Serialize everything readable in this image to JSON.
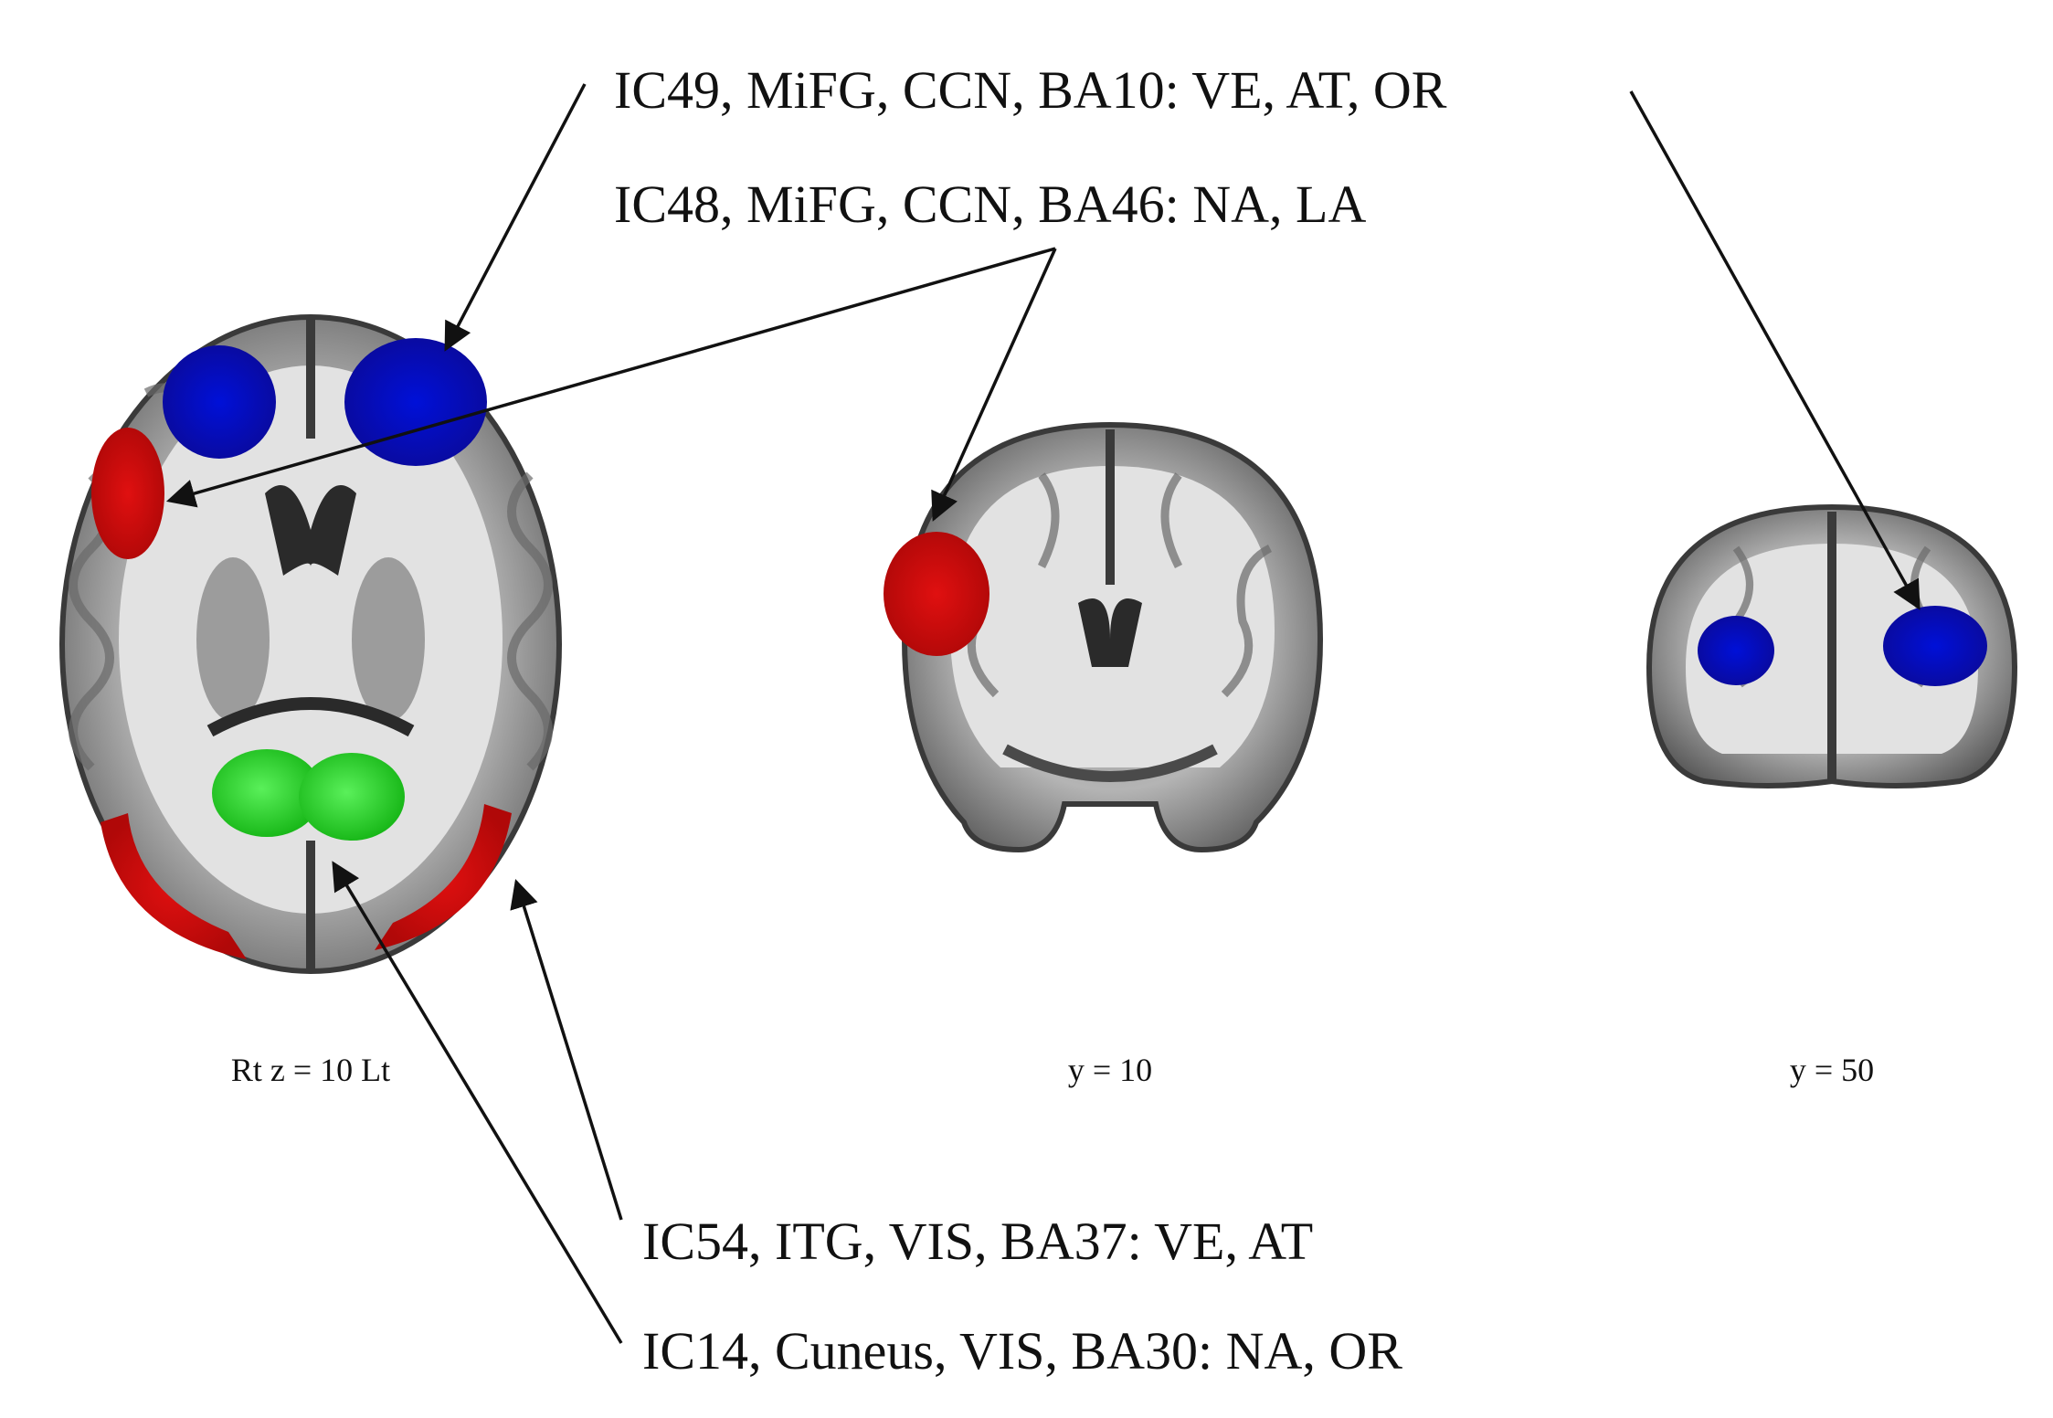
{
  "callouts": [
    {
      "id": "ic49",
      "text": "IC49, MiFG, CCN, BA10: VE, AT, OR"
    },
    {
      "id": "ic48",
      "text": "IC48, MiFG, CCN, BA46: NA, LA"
    },
    {
      "id": "ic54",
      "text": "IC54, ITG, VIS, BA37: VE, AT"
    },
    {
      "id": "ic14",
      "text": "IC14, Cuneus, VIS, BA30: NA, OR"
    }
  ],
  "slices": [
    {
      "id": "axial",
      "label": "Rt  z = 10  Lt"
    },
    {
      "id": "coronal-y10",
      "label": "y = 10"
    },
    {
      "id": "coronal-y50",
      "label": "y = 50"
    }
  ],
  "colors": {
    "blue_blob": "#0a0ab4",
    "red_blob": "#d00a0a",
    "green_blob": "#1ec81e",
    "brain_gray": "#9a9a9a",
    "brain_dark": "#404040",
    "background": "#ffffff",
    "text": "#111111"
  }
}
